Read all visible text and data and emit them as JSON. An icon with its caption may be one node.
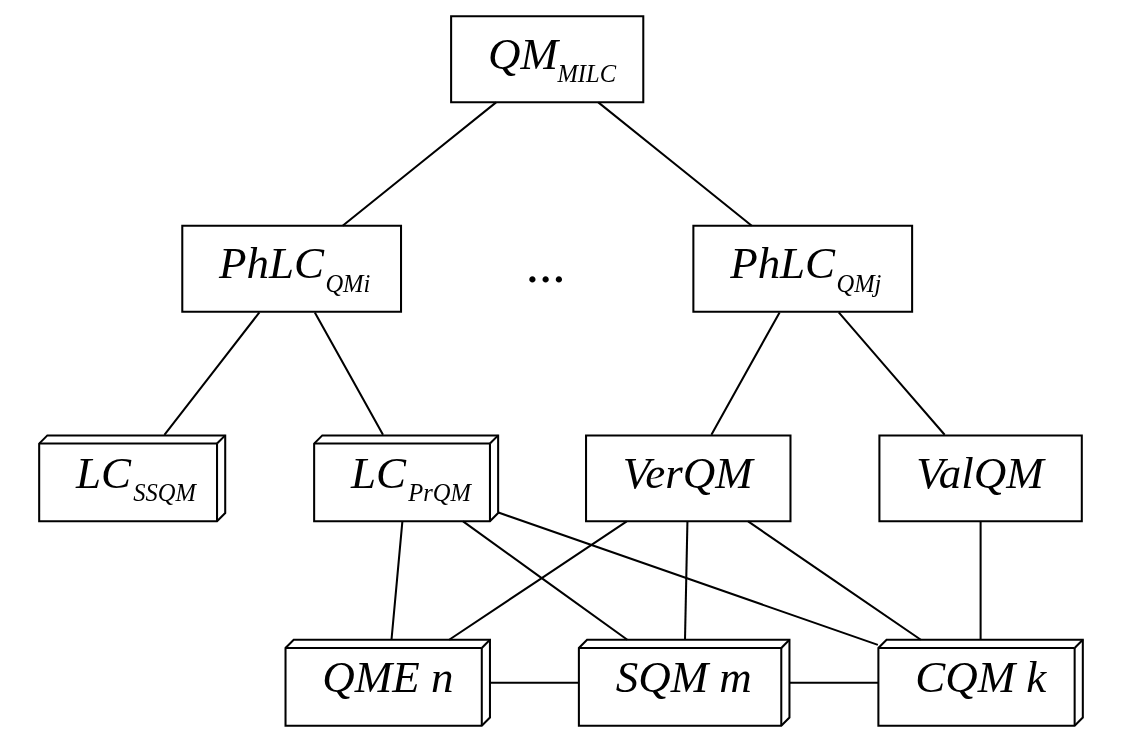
{
  "diagram": {
    "nodes": [
      {
        "text": [
          "QM$_{MILC}$"
        ]
      },
      {
        "text": [
          "PhLC$_{QMi}$"
        ]
      },
      {
        "text": [
          "PhLC$_{QMj}$"
        ]
      },
      {
        "text": [
          "LC$_{SSQM}$"
        ]
      },
      {
        "text": [
          "LC$_{PrQM}$"
        ]
      },
      {
        "text": [
          "VerQM"
        ]
      },
      {
        "text": [
          "ValQM"
        ]
      },
      {
        "text": [
          "QME n"
        ]
      },
      {
        "text": [
          "SQM m"
        ]
      },
      {
        "text": [
          "CQM k"
        ]
      }
    ],
    "edges": [
      {
        "from": 0,
        "to": 1,
        "arrow": "none"
      },
      {
        "from": 0,
        "to": 2,
        "arrow": "none"
      },
      {
        "from": 1,
        "to": 3,
        "arrow": "none"
      },
      {
        "from": 1,
        "to": 4,
        "arrow": "none"
      },
      {
        "from": 2,
        "to": 5,
        "arrow": "none"
      },
      {
        "from": 2,
        "to": 6,
        "arrow": "none"
      },
      {
        "from": 4,
        "to": 7,
        "arrow": "none"
      },
      {
        "from": 4,
        "to": 8,
        "arrow": "none"
      },
      {
        "from": 4,
        "to": 9,
        "arrow": "none"
      },
      {
        "from": 5,
        "to": 7,
        "arrow": "none"
      },
      {
        "from": 5,
        "to": 8,
        "arrow": "none"
      },
      {
        "from": 5,
        "to": 9,
        "arrow": "none"
      },
      {
        "from": 6,
        "to": 9,
        "arrow": "none"
      },
      {
        "from": 7,
        "to": 8,
        "arrow": "none"
      },
      {
        "from": 8,
        "to": 9,
        "arrow": "none"
      }
    ],
    "labels": [
      "..."
    ]
  }
}
